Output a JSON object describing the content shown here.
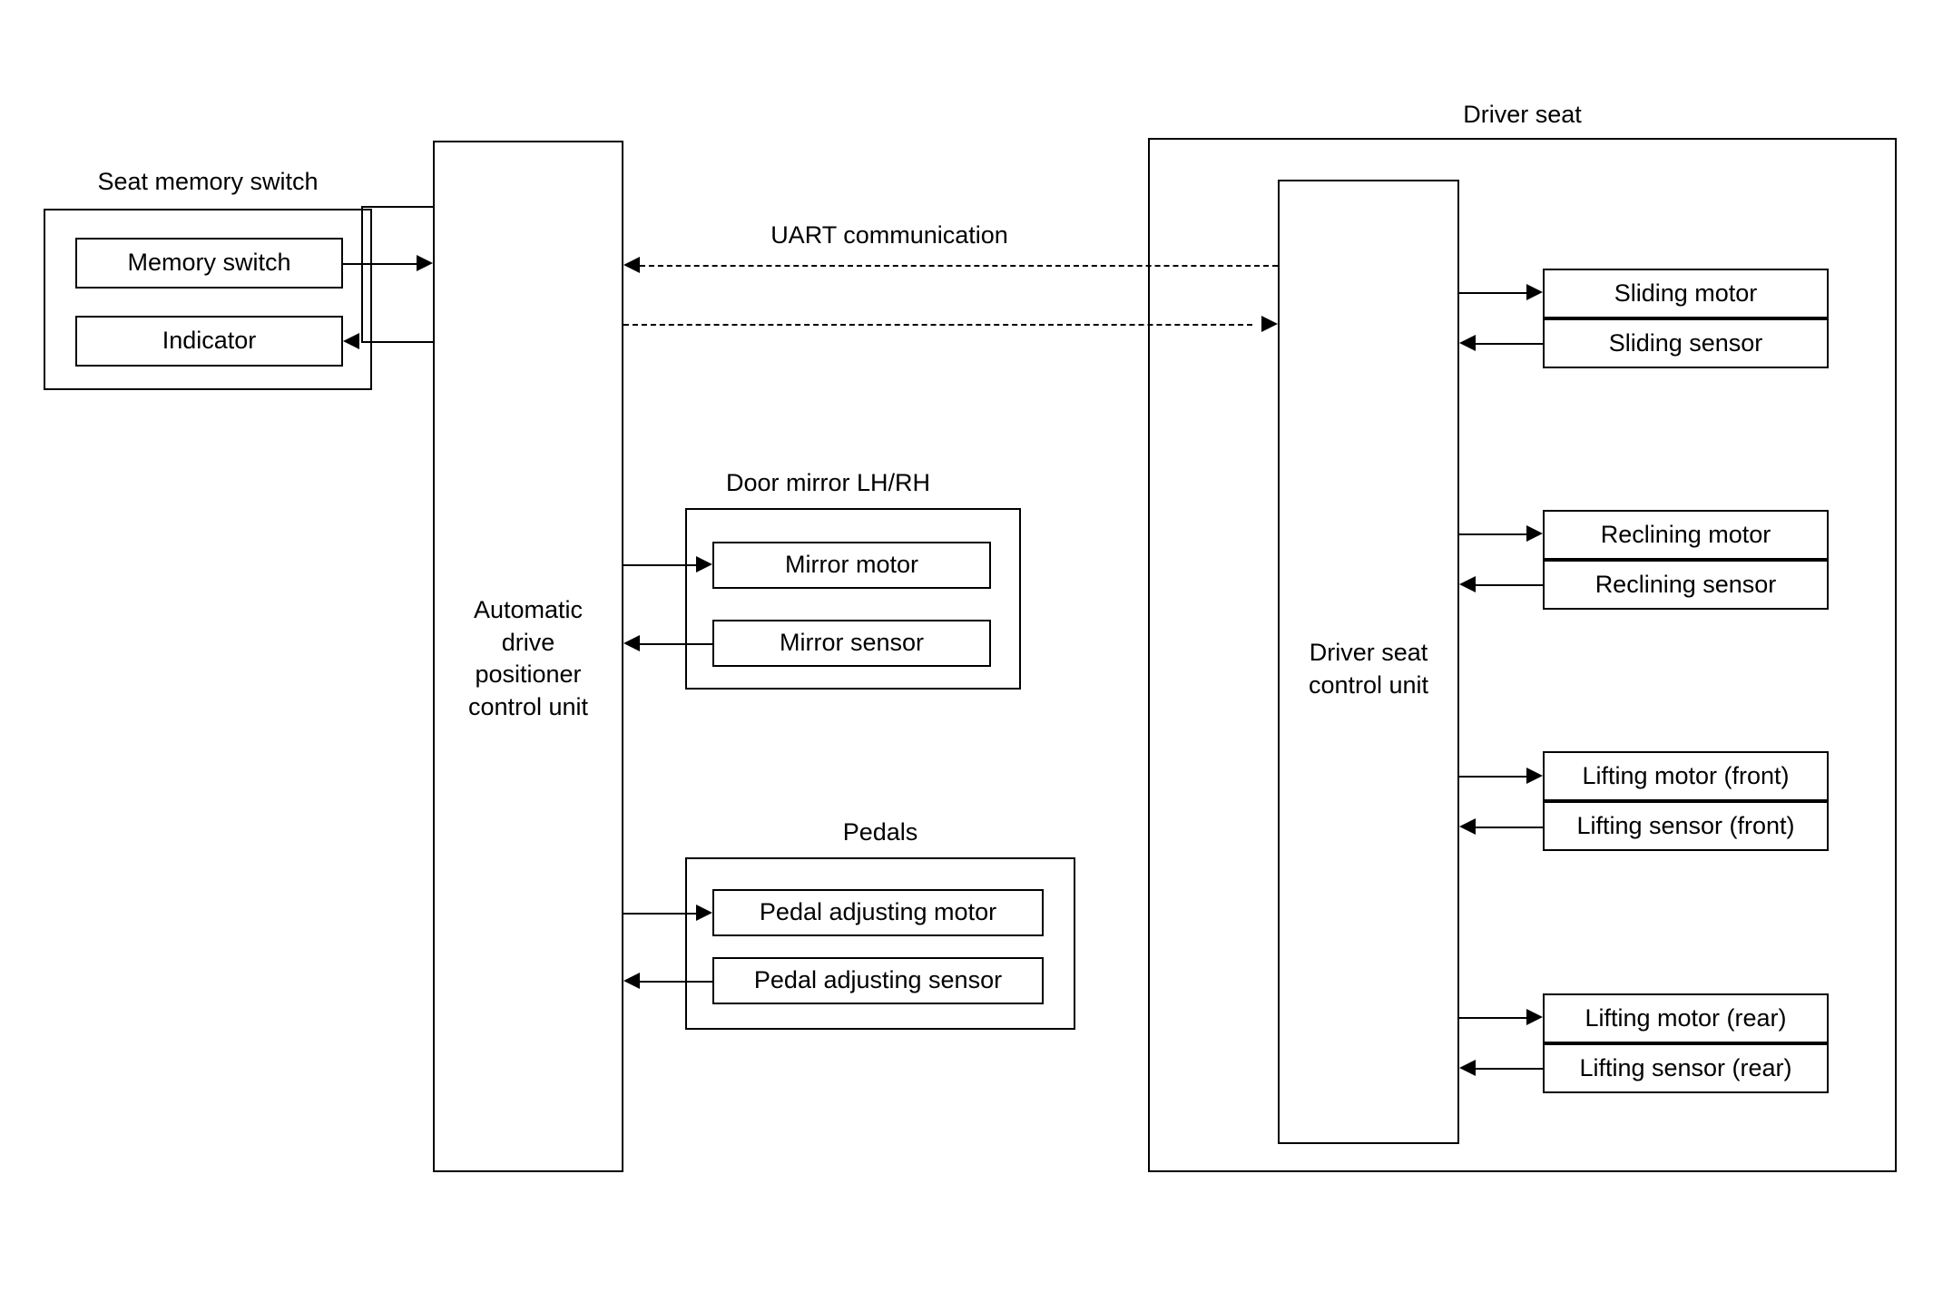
{
  "diagram": {
    "title_labels": {
      "seat_memory_switch": "Seat memory switch",
      "door_mirror": "Door mirror LH/RH",
      "pedals": "Pedals",
      "driver_seat": "Driver seat"
    },
    "uart_label": "UART communication",
    "control_units": {
      "automatic_drive_positioner": "Automatic\ndrive\npositioner\ncontrol unit",
      "driver_seat_control_unit": "Driver seat\ncontrol unit"
    },
    "seat_memory_switch_items": [
      {
        "label": "Memory switch",
        "direction": "to-control-unit"
      },
      {
        "label": "Indicator",
        "direction": "from-control-unit"
      }
    ],
    "door_mirror_items": [
      {
        "label": "Mirror motor",
        "direction": "from-control-unit"
      },
      {
        "label": "Mirror sensor",
        "direction": "to-control-unit"
      }
    ],
    "pedal_items": [
      {
        "label": "Pedal adjusting motor",
        "direction": "from-control-unit"
      },
      {
        "label": "Pedal adjusting sensor",
        "direction": "to-control-unit"
      }
    ],
    "driver_seat_groups": [
      {
        "motor": "Sliding motor",
        "sensor": "Sliding sensor"
      },
      {
        "motor": "Reclining motor",
        "sensor": "Reclining sensor"
      },
      {
        "motor": "Lifting motor (front)",
        "sensor": "Lifting sensor (front)"
      },
      {
        "motor": "Lifting motor (rear)",
        "sensor": "Lifting sensor (rear)"
      }
    ],
    "colors": {
      "line": "#000000",
      "background": "#ffffff",
      "text": "#000000"
    }
  }
}
